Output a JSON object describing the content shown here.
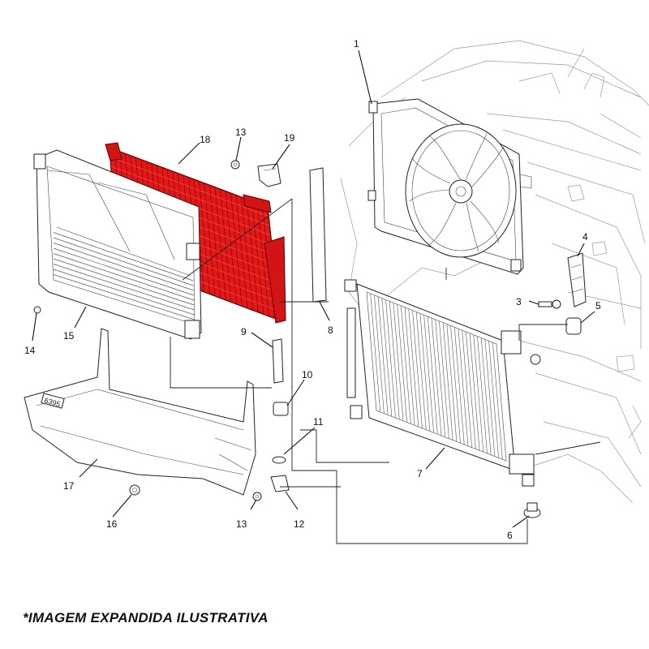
{
  "callouts": [
    "1",
    "3",
    "4",
    "5",
    "6",
    "7",
    "8",
    "9",
    "10",
    "11",
    "12",
    "13",
    "13",
    "14",
    "15",
    "16",
    "17",
    "18",
    "19"
  ],
  "caption": "*IMAGEM EXPANDIDA ILUSTRATIVA",
  "badge": "6395",
  "colors": {
    "highlight": "#e01818",
    "line": "#222222",
    "background": "#ffffff"
  }
}
